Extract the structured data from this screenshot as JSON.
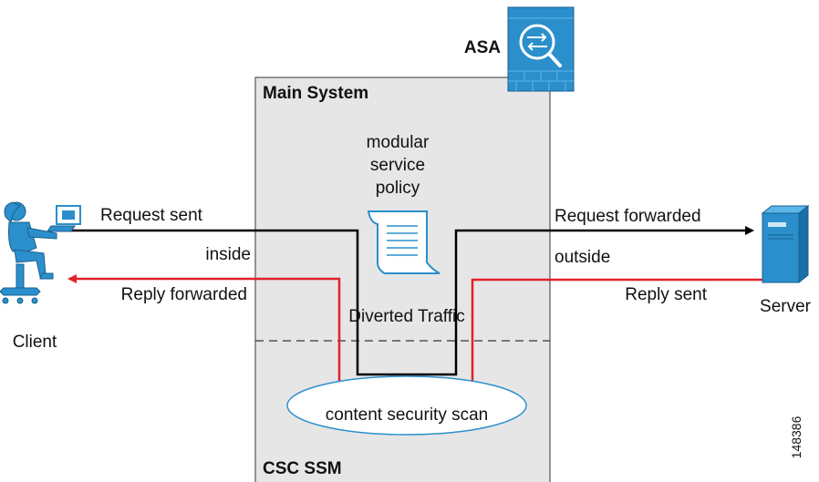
{
  "device": {
    "label": "ASA",
    "icon": "firewall-icon"
  },
  "main_system": {
    "title": "Main System"
  },
  "module": {
    "title": "CSC SSM"
  },
  "policy": {
    "line1": "modular",
    "line2": "service",
    "line3": "policy",
    "icon": "document-icon"
  },
  "diverted_label": "Diverted Traffic",
  "scan_label": "content security scan",
  "client": {
    "label": "Client",
    "icon": "client-user-icon"
  },
  "server": {
    "label": "Server",
    "icon": "server-icon"
  },
  "flows": {
    "request_sent": "Request sent",
    "inside": "inside",
    "reply_forwarded": "Reply forwarded",
    "request_forwarded": "Request forwarded",
    "outside": "outside",
    "reply_sent": "Reply sent"
  },
  "colors": {
    "request": "#000000",
    "reply": "#e0222b",
    "system_fill": "#e6e6e6",
    "accent": "#2b8fcc"
  },
  "figure_id": "148386"
}
